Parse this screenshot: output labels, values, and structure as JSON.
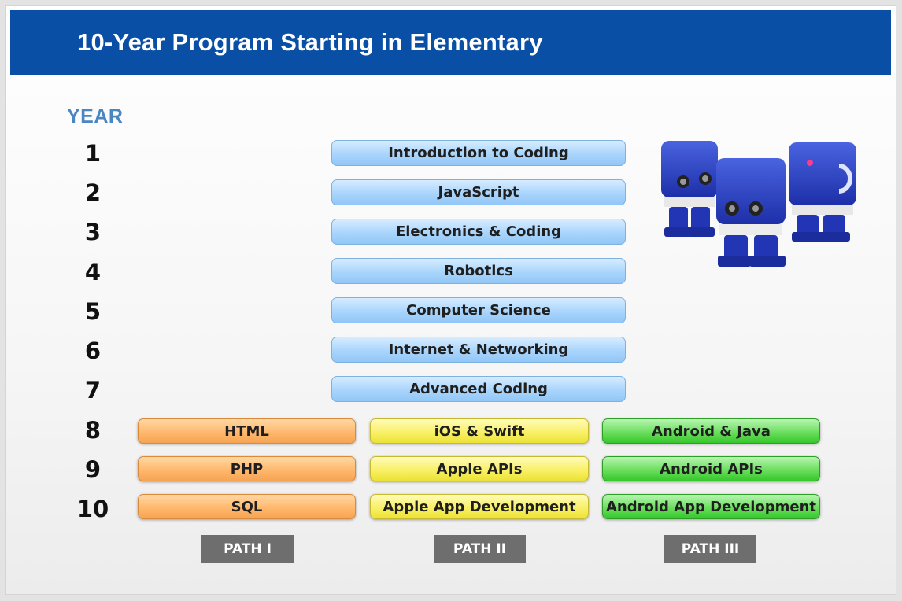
{
  "title": "10-Year Program Starting in Elementary",
  "year_label": "YEAR",
  "years": [
    "1",
    "2",
    "3",
    "4",
    "5",
    "6",
    "7",
    "8",
    "9",
    "10"
  ],
  "core_courses": [
    "Introduction to Coding",
    "JavaScript",
    "Electronics & Coding",
    "Robotics",
    "Computer Science",
    "Internet & Networking",
    "Advanced Coding"
  ],
  "paths": [
    {
      "label": "PATH I",
      "color": "#ffb66a",
      "courses": [
        "HTML",
        "PHP",
        "SQL"
      ]
    },
    {
      "label": "PATH II",
      "color": "#f8ef62",
      "courses": [
        "iOS & Swift",
        "Apple APIs",
        "Apple App Development"
      ]
    },
    {
      "label": "PATH III",
      "color": "#6cde5f",
      "courses": [
        "Android & Java",
        "Android APIs",
        "Android App Development"
      ]
    }
  ],
  "colors": {
    "header": "#0a4fa6",
    "year_label": "#4a86c2",
    "core_course": "#a9d5fc",
    "path_badge": "#6e6e6e"
  },
  "illustration": "robots-illustration"
}
